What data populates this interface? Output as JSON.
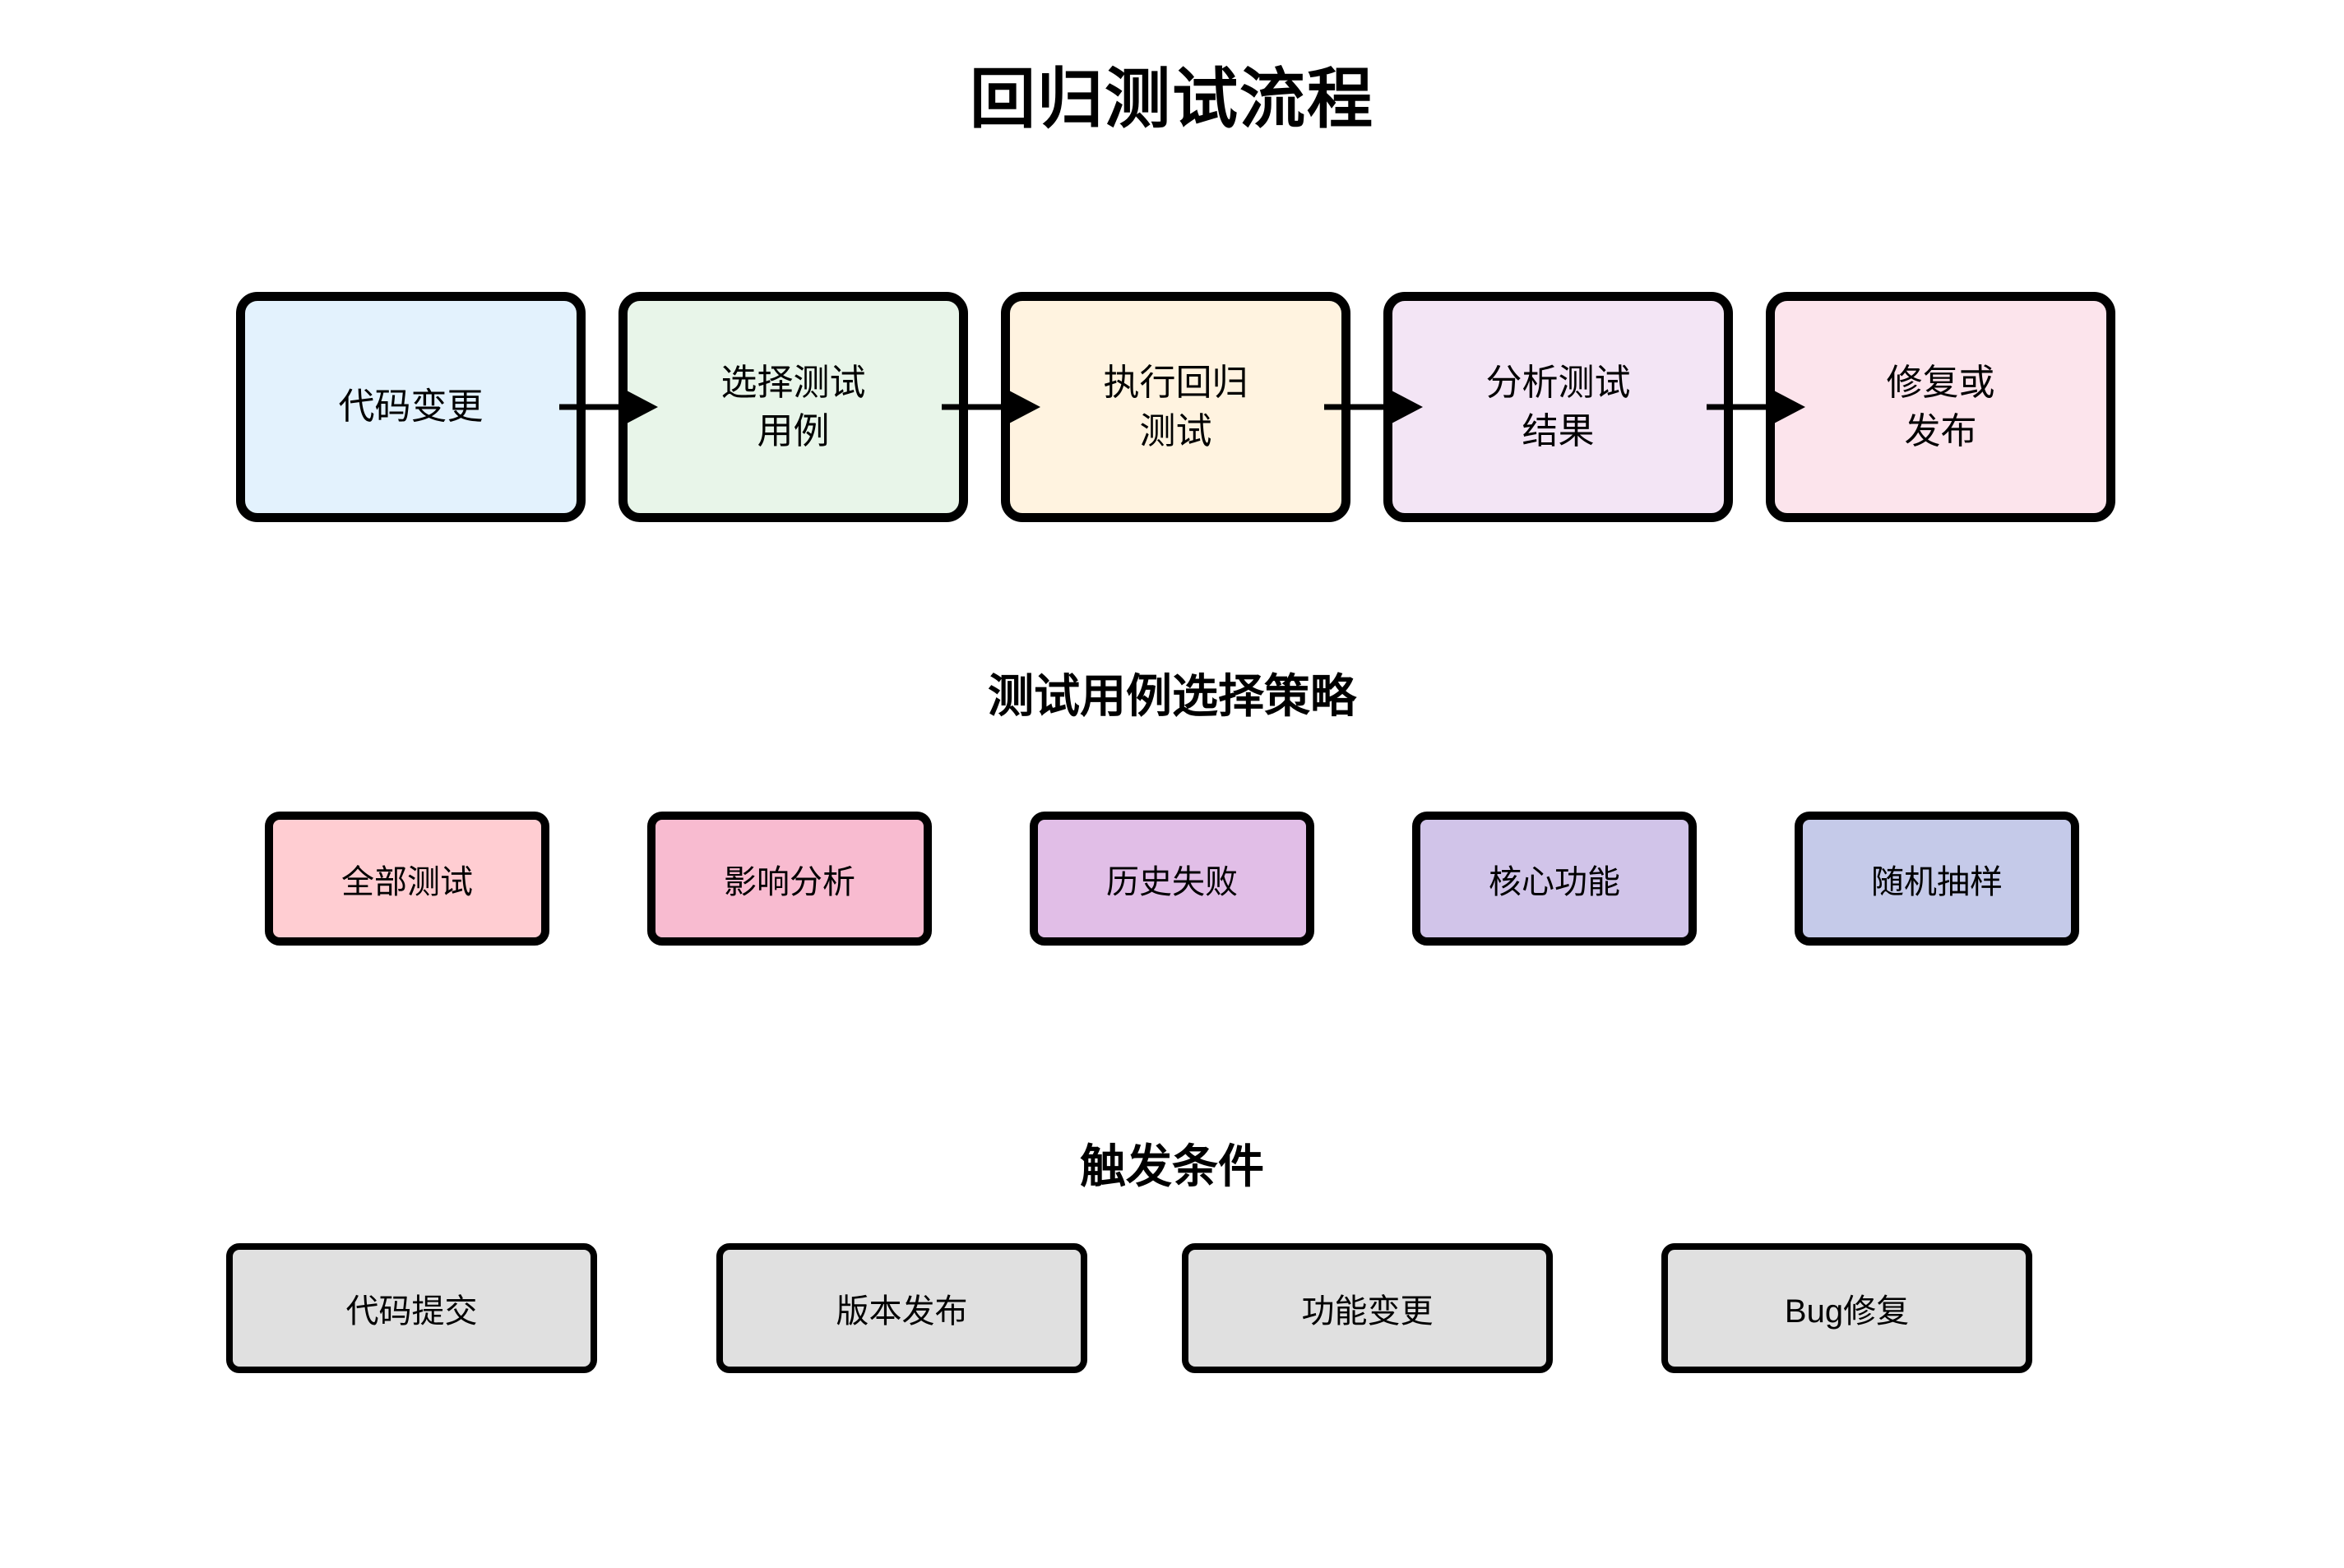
{
  "title": "回归测试流程",
  "colors": {
    "canvas_background": "#ffffff",
    "box_border": "#000000",
    "arrow": "#000000",
    "text": "#000000"
  },
  "flow": {
    "steps": [
      {
        "label": "代码变更",
        "bg": "#e3f2fd"
      },
      {
        "label": "选择测试\n用例",
        "bg": "#e8f5e9"
      },
      {
        "label": "执行回归\n测试",
        "bg": "#fff3e0"
      },
      {
        "label": "分析测试\n结果",
        "bg": "#f3e5f5"
      },
      {
        "label": "修复或\n发布",
        "bg": "#fce4ec"
      }
    ]
  },
  "strategies": {
    "heading": "测试用例选择策略",
    "items": [
      {
        "label": "全部测试",
        "bg": "#ffcdd2"
      },
      {
        "label": "影响分析",
        "bg": "#f8bbd0"
      },
      {
        "label": "历史失败",
        "bg": "#e1bee7"
      },
      {
        "label": "核心功能",
        "bg": "#d1c4e9"
      },
      {
        "label": "随机抽样",
        "bg": "#c5cae9"
      }
    ]
  },
  "triggers": {
    "heading": "触发条件",
    "items": [
      {
        "label": "代码提交",
        "bg": "#e0e0e0"
      },
      {
        "label": "版本发布",
        "bg": "#e0e0e0"
      },
      {
        "label": "功能变更",
        "bg": "#e0e0e0"
      },
      {
        "label": "Bug修复",
        "bg": "#e0e0e0"
      }
    ]
  }
}
